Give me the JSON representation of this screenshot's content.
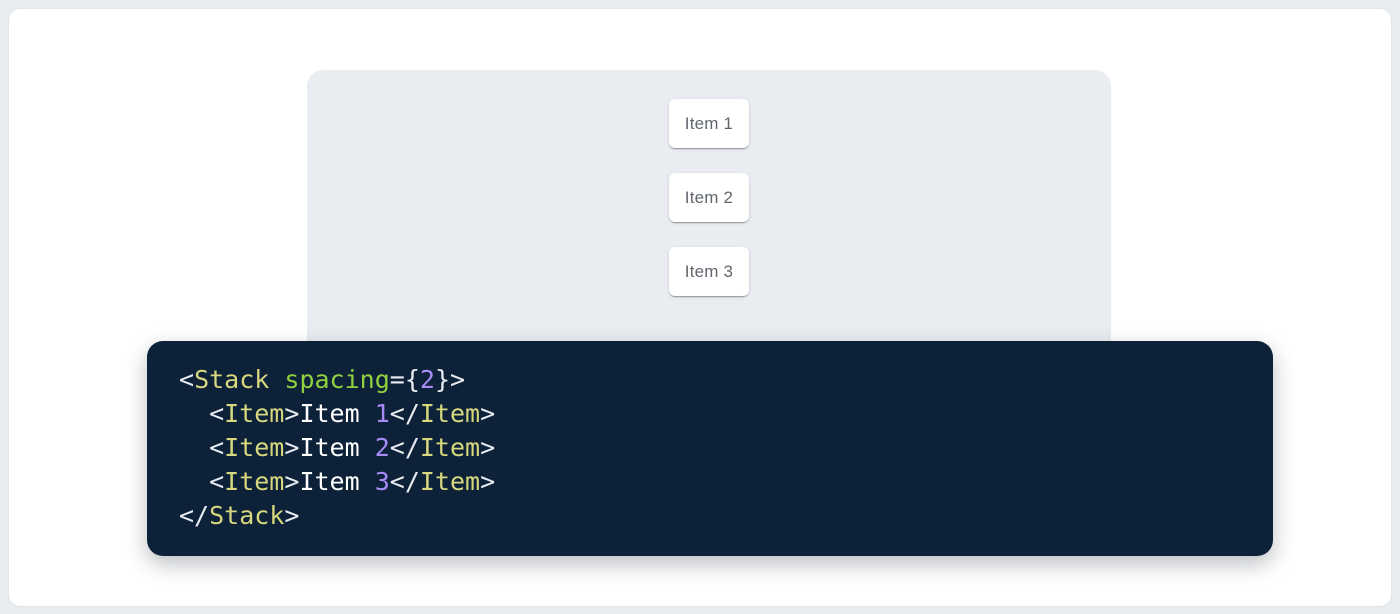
{
  "colors": {
    "page_bg": "#e9ecee",
    "card_bg": "#ffffff",
    "panel_bg": "#e9ecf1",
    "item_bg": "#ffffff",
    "item_text": "#60676e",
    "code_bg": "#0d2138",
    "tok_punct": "#e9edf2",
    "tok_tag": "#d7d87e",
    "tok_attr": "#8fd13f",
    "tok_num": "#a78bf6",
    "tok_text": "#ffffff"
  },
  "demo": {
    "items": [
      {
        "label": "Item 1"
      },
      {
        "label": "Item 2"
      },
      {
        "label": "Item 3"
      }
    ]
  },
  "code": {
    "language": "jsx",
    "lines": [
      [
        {
          "t": "<",
          "c": "punct"
        },
        {
          "t": "Stack",
          "c": "tag"
        },
        {
          "t": " ",
          "c": "punct"
        },
        {
          "t": "spacing",
          "c": "attr"
        },
        {
          "t": "=",
          "c": "punct"
        },
        {
          "t": "{",
          "c": "punct"
        },
        {
          "t": "2",
          "c": "num"
        },
        {
          "t": "}",
          "c": "punct"
        },
        {
          "t": ">",
          "c": "punct"
        }
      ],
      [
        {
          "t": "  <",
          "c": "punct"
        },
        {
          "t": "Item",
          "c": "tag"
        },
        {
          "t": ">",
          "c": "punct"
        },
        {
          "t": "Item ",
          "c": "text"
        },
        {
          "t": "1",
          "c": "num"
        },
        {
          "t": "</",
          "c": "punct"
        },
        {
          "t": "Item",
          "c": "tag"
        },
        {
          "t": ">",
          "c": "punct"
        }
      ],
      [
        {
          "t": "  <",
          "c": "punct"
        },
        {
          "t": "Item",
          "c": "tag"
        },
        {
          "t": ">",
          "c": "punct"
        },
        {
          "t": "Item ",
          "c": "text"
        },
        {
          "t": "2",
          "c": "num"
        },
        {
          "t": "</",
          "c": "punct"
        },
        {
          "t": "Item",
          "c": "tag"
        },
        {
          "t": ">",
          "c": "punct"
        }
      ],
      [
        {
          "t": "  <",
          "c": "punct"
        },
        {
          "t": "Item",
          "c": "tag"
        },
        {
          "t": ">",
          "c": "punct"
        },
        {
          "t": "Item ",
          "c": "text"
        },
        {
          "t": "3",
          "c": "num"
        },
        {
          "t": "</",
          "c": "punct"
        },
        {
          "t": "Item",
          "c": "tag"
        },
        {
          "t": ">",
          "c": "punct"
        }
      ],
      [
        {
          "t": "</",
          "c": "punct"
        },
        {
          "t": "Stack",
          "c": "tag"
        },
        {
          "t": ">",
          "c": "punct"
        }
      ]
    ]
  }
}
